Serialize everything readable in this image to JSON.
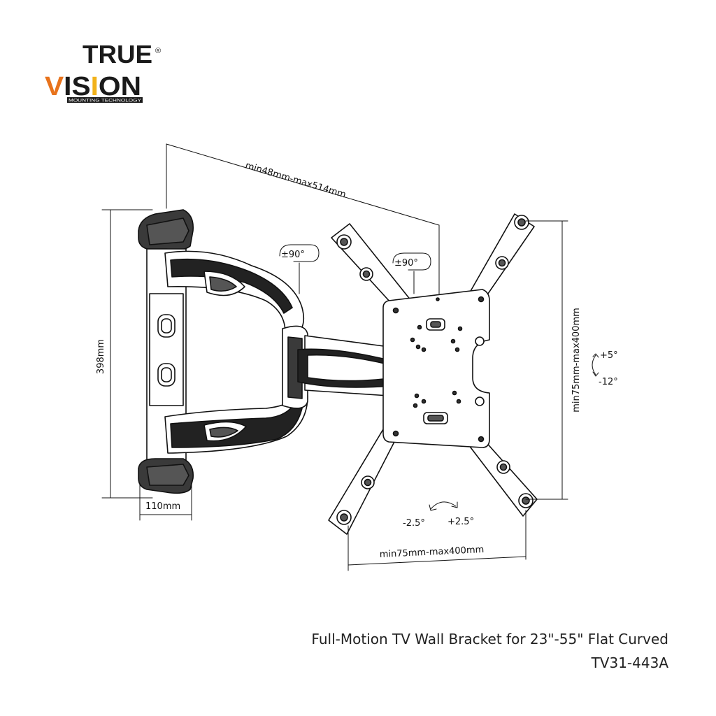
{
  "logo": {
    "word_top": "TRUE",
    "word_bottom": "VISION",
    "registered_mark": "®",
    "tagline": "MOUNTING TECHNOLOGY",
    "colors": {
      "text": "#1a1a1a",
      "accent_orange": "#e8731c",
      "accent_yellow": "#f2b21b"
    }
  },
  "diagram": {
    "arm_extension": "min48mm-max514mm",
    "swivel_left": "±90°",
    "swivel_right": "±90°",
    "wall_plate_height": "398mm",
    "wall_plate_width": "110mm",
    "vesa_vertical": "min75mm-max400mm",
    "vesa_horizontal": "min75mm-max400mm",
    "tilt_up": "+5°",
    "tilt_down": "-12°",
    "rotate_left": "-2.5°",
    "rotate_right": "+2.5°"
  },
  "caption": {
    "title": "Full-Motion TV Wall Bracket for 23\"-55\" Flat Curved",
    "model": "TV31-443A"
  }
}
